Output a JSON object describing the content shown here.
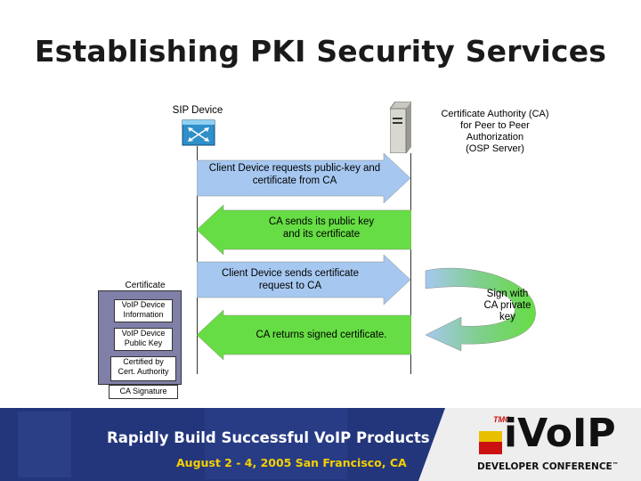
{
  "title": "Establishing PKI Security Services",
  "sip_device": {
    "label": "SIP Device",
    "icon": "router-icon"
  },
  "ca": {
    "label_lines": [
      "Certificate Authority (CA)",
      "for Peer to Peer",
      "Authorization",
      "(OSP Server)"
    ],
    "icon": "server-icon"
  },
  "messages": [
    {
      "lines": [
        "Client Device requests public-key and",
        "certificate from CA"
      ],
      "direction": "right",
      "color": "#a6c8f0"
    },
    {
      "lines": [
        "CA sends its public key",
        "and its certificate"
      ],
      "direction": "left",
      "color": "#66dd44"
    },
    {
      "lines": [
        "Client Device sends certificate",
        "request to CA"
      ],
      "direction": "right",
      "color": "#a6c8f0"
    },
    {
      "lines": [
        "CA returns signed certificate."
      ],
      "direction": "left",
      "color": "#66dd44"
    }
  ],
  "sign": {
    "lines": [
      "Sign with",
      "CA private",
      "key"
    ]
  },
  "certificate": {
    "label": "Certificate",
    "fields": [
      {
        "lines": [
          "VoIP Device",
          "Information"
        ]
      },
      {
        "lines": [
          "VoIP Device",
          "Public Key"
        ]
      },
      {
        "lines": [
          "Certified by",
          "Cert. Authority"
        ]
      }
    ],
    "signature": "CA Signature"
  },
  "banner": {
    "headline": "Rapidly Build Successful VoIP Products",
    "subline": "August 2 - 4, 2005 San Francisco, CA",
    "logo_tmc": "TMC",
    "logo_main": "iVoIP",
    "logo_sub": "DEVELOPER CONFERENCE",
    "trademark": "™",
    "colors": {
      "background": "#1c2d6e",
      "subline": "#f5d000"
    }
  }
}
